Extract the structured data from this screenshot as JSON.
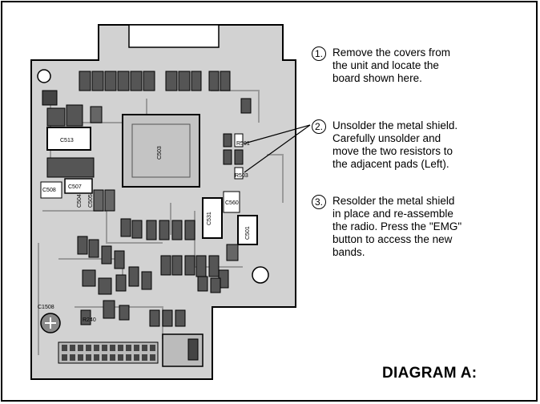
{
  "steps": [
    {
      "number": "1.",
      "lines": [
        "Remove the covers from",
        "the unit and locate the",
        "board shown here."
      ]
    },
    {
      "number": "2.",
      "lines": [
        "Unsolder the metal shield.",
        "Carefully unsolder and",
        "move the two resistors to",
        "the adjacent pads (Left)."
      ]
    },
    {
      "number": "3.",
      "lines": [
        "Resolder the metal shield",
        "in place and re-assemble",
        "the radio.  Press the \"EMG\"",
        "button to access the new",
        "bands."
      ]
    }
  ],
  "diagram_title": "DIAGRAM A:",
  "board_labels": {
    "c513": "C513",
    "c507": "C507",
    "c508": "C508",
    "c504": "C504",
    "c505": "C505",
    "c1508": "C1508",
    "shield": "C503",
    "c531": "C531",
    "c501": "C501",
    "c560": "C560",
    "r240": "R240",
    "r501": "R501",
    "r503": "R503"
  },
  "colors": {
    "board": "#d2d2d2",
    "trace": "#9a9a9a",
    "ink": "#000000",
    "shield": "#c4c4c4"
  }
}
